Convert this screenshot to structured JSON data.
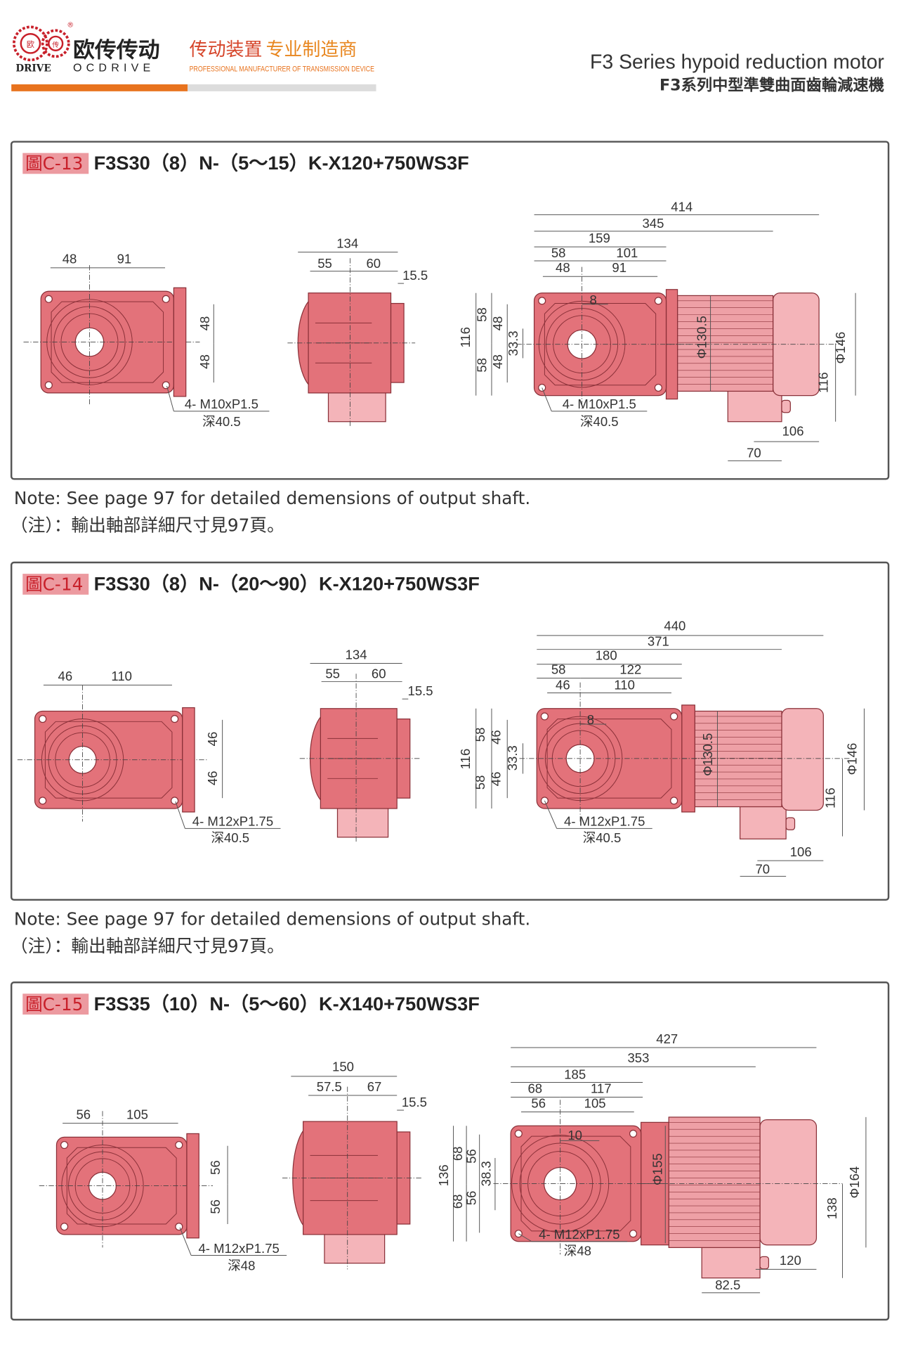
{
  "header": {
    "logo_badge_left": "欧",
    "logo_badge_right": "传",
    "brand_cn": "欧传传动",
    "brand_en_left": "DRIVE",
    "brand_en_right": "OCDRIVE",
    "slogan_cn_part1": "传动装置",
    "slogan_cn_part2": "专业制造商",
    "slogan_en": "PROFESSIONAL MANUFACTURER OF TRANSMISSION DEVICE",
    "title_en": "F3 Series hypoid reduction motor",
    "title_cn": "F3系列中型準雙曲面齒輪減速機"
  },
  "colors": {
    "orange": "#e8731e",
    "gearbox": "#e3727a",
    "motor": "#eea0a6",
    "fan": "#f4b4b9",
    "fig_red": "#c8202a"
  },
  "sections": [
    {
      "fig": "圖C-13",
      "model": "F3S30（8）N-（5～15）K-X120+750WS3F",
      "front": {
        "dims": [
          "48",
          "91",
          "48",
          "48"
        ],
        "thread": "4- M10xP1.5",
        "depth": "深40.5"
      },
      "side": {
        "dims": [
          "134",
          "55",
          "60",
          "15.5"
        ]
      },
      "motor": {
        "dims": [
          "414",
          "345",
          "159",
          "58",
          "101",
          "48",
          "91",
          "116",
          "58",
          "58",
          "48",
          "48",
          "33.3",
          "8",
          "Φ130.5",
          "Φ146",
          "116",
          "106",
          "70"
        ],
        "thread": "4- M10xP1.5",
        "depth": "深40.5"
      }
    },
    {
      "fig": "圖C-14",
      "model": "F3S30（8）N-（20～90）K-X120+750WS3F",
      "front": {
        "dims": [
          "46",
          "110",
          "46",
          "46"
        ],
        "thread": "4- M12xP1.75",
        "depth": "深40.5"
      },
      "side": {
        "dims": [
          "134",
          "55",
          "60",
          "15.5"
        ]
      },
      "motor": {
        "dims": [
          "440",
          "371",
          "180",
          "58",
          "122",
          "46",
          "110",
          "116",
          "58",
          "58",
          "46",
          "46",
          "33.3",
          "8",
          "Φ130.5",
          "Φ146",
          "116",
          "106",
          "70"
        ],
        "thread": "4- M12xP1.75",
        "depth": "深40.5"
      }
    },
    {
      "fig": "圖C-15",
      "model": "F3S35（10）N-（5～60）K-X140+750WS3F",
      "front": {
        "dims": [
          "56",
          "105",
          "56",
          "56"
        ],
        "thread": "4- M12xP1.75",
        "depth": "深48"
      },
      "side": {
        "dims": [
          "150",
          "57.5",
          "67",
          "15.5"
        ]
      },
      "motor": {
        "dims": [
          "427",
          "353",
          "185",
          "68",
          "117",
          "56",
          "105",
          "136",
          "68",
          "68",
          "56",
          "56",
          "38.3",
          "10",
          "Φ155",
          "Φ164",
          "138",
          "120",
          "82.5"
        ],
        "thread": "4- M12xP1.75",
        "depth": "深48"
      }
    }
  ],
  "notes": [
    {
      "en": "Note: See page 97 for detailed demensions of output shaft.",
      "cn": "（注）：輸出軸部詳細尺寸見97頁。"
    },
    {
      "en": "Note: See page 97 for detailed demensions of output shaft.",
      "cn": "（注）：輸出軸部詳細尺寸見97頁。"
    }
  ]
}
